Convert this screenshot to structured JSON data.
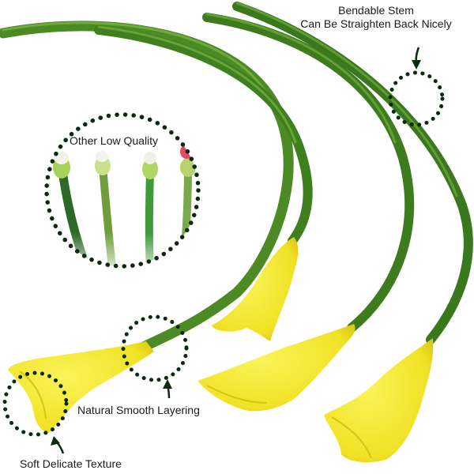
{
  "annotations": {
    "bendable_stem_line1": "Bendable Stem",
    "bendable_stem_line2": "Can Be Straighten Back Nicely",
    "other_low_quality": "Other Low Quality",
    "natural_smooth_layering": "Natural Smooth Layering",
    "soft_delicate_texture": "Soft Delicate Texture"
  },
  "colors": {
    "stem_dark": "#2f6d1c",
    "stem_light": "#6aa834",
    "petal": "#f4ea2a",
    "petal_shade": "#d9c70e",
    "dot": "#0c2a10",
    "background": "#ffffff"
  }
}
